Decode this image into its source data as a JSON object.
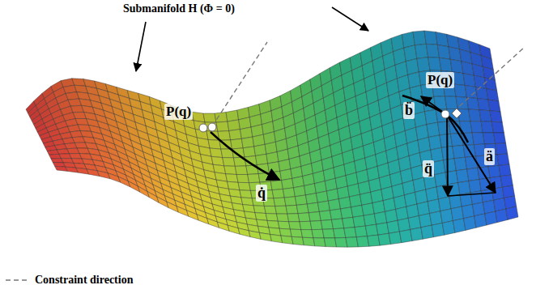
{
  "diagram": {
    "labels": [
      "Submanifold H (Φ = 0)",
      "P(q)",
      "q̇",
      "P(q)",
      "b̈",
      "q̈",
      "ä"
    ],
    "legend": [
      {
        "text": "Constraint direction"
      }
    ]
  }
}
